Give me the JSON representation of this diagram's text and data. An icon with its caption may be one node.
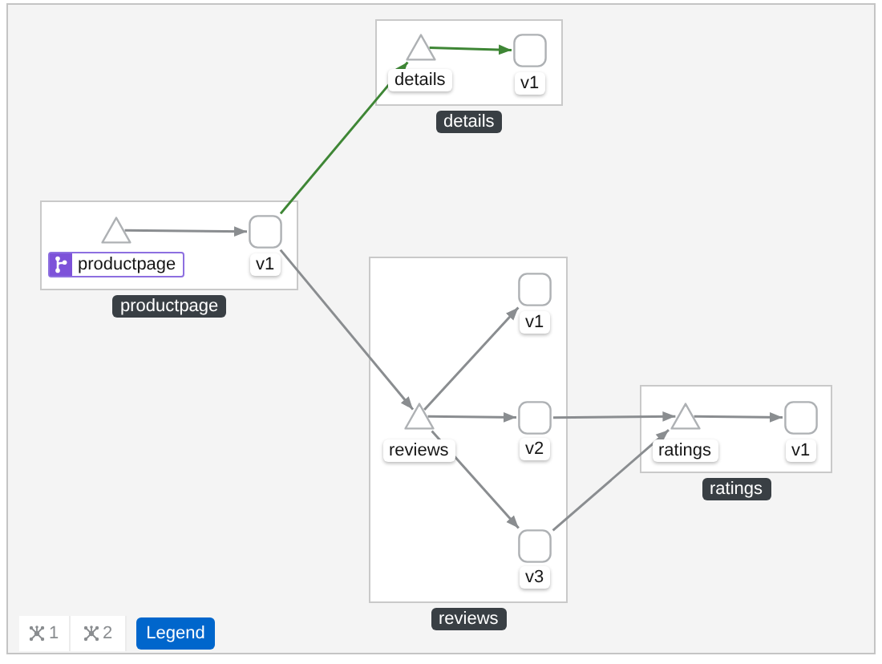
{
  "diagram": {
    "nodes": [
      {
        "text": [
          "productpage"
        ]
      },
      {
        "text": [
          "productpage"
        ],
        "in": 0
      },
      {
        "text": [
          "v1"
        ],
        "in": 0
      },
      {
        "text": [
          "details"
        ]
      },
      {
        "text": [
          "details"
        ],
        "in": 3
      },
      {
        "text": [
          "v1"
        ],
        "in": 3
      },
      {
        "text": [
          "reviews"
        ]
      },
      {
        "text": [
          "reviews"
        ],
        "in": 6
      },
      {
        "text": [
          "v1"
        ],
        "in": 6
      },
      {
        "text": [
          "v2"
        ],
        "in": 6
      },
      {
        "text": [
          "v3"
        ],
        "in": 6
      },
      {
        "text": [
          "ratings"
        ]
      },
      {
        "text": [
          "ratings"
        ],
        "in": 11
      },
      {
        "text": [
          "v1"
        ],
        "in": 11
      }
    ],
    "edges": [
      {
        "from": 1,
        "to": 2,
        "arrow": "to"
      },
      {
        "from": 2,
        "to": 4,
        "arrow": "to",
        "color": "#3e8635"
      },
      {
        "from": 4,
        "to": 5,
        "arrow": "to",
        "color": "#3e8635"
      },
      {
        "from": 2,
        "to": 7,
        "arrow": "to"
      },
      {
        "from": 7,
        "to": 8,
        "arrow": "to"
      },
      {
        "from": 7,
        "to": 9,
        "arrow": "to"
      },
      {
        "from": 7,
        "to": 10,
        "arrow": "to"
      },
      {
        "from": 9,
        "to": 12,
        "arrow": "to"
      },
      {
        "from": 10,
        "to": 12,
        "arrow": "to"
      },
      {
        "from": 12,
        "to": 13,
        "arrow": "to"
      }
    ],
    "labels": [
      "1",
      "2",
      "Legend"
    ]
  }
}
